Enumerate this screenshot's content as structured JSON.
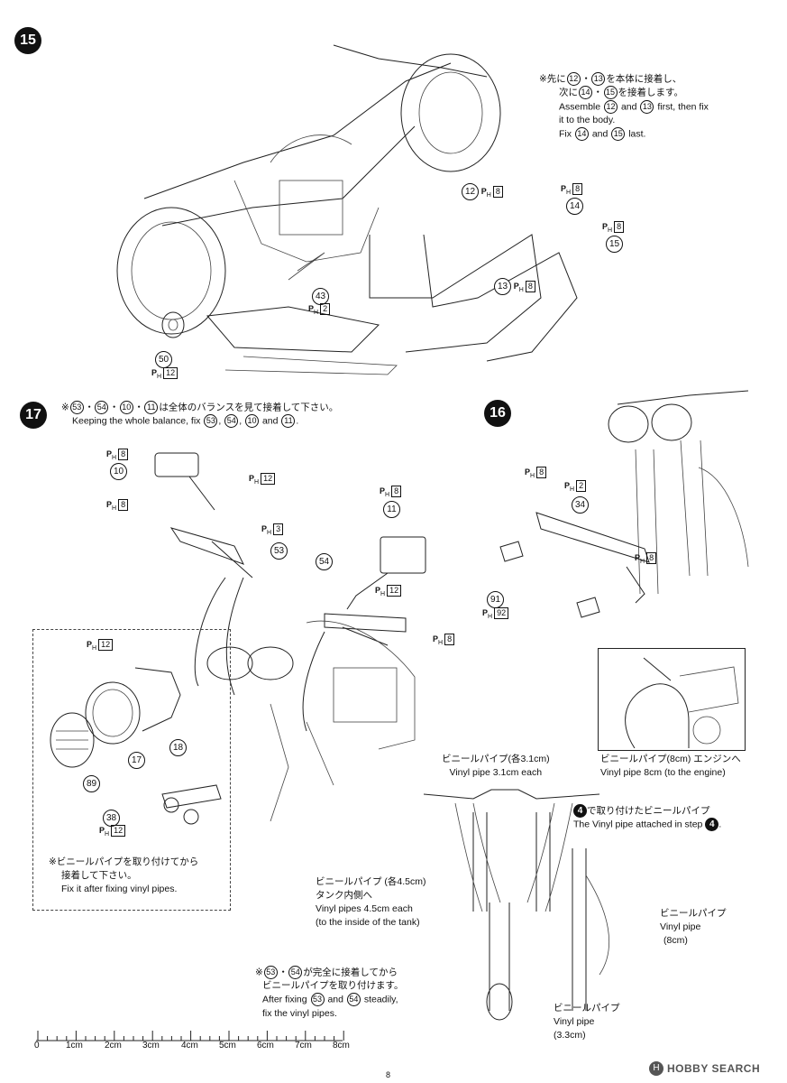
{
  "steps": {
    "s15": "15",
    "s16": "16",
    "s17": "17"
  },
  "step15": {
    "note_jp_1_pre": "※先に",
    "note_jp_1_a": "12",
    "note_jp_1_b": "13",
    "note_jp_1_post": "を本体に接着し、",
    "note_jp_2_pre": "次に",
    "note_jp_2_a": "14",
    "note_jp_2_b": "15",
    "note_jp_2_post": "を接着します。",
    "note_en_1_pre": "Assemble",
    "note_en_1_a": "12",
    "note_en_1_mid": "and",
    "note_en_1_b": "13",
    "note_en_1_post": "first, then fix",
    "note_en_2": "it to the body.",
    "note_en_3_pre": "Fix",
    "note_en_3_a": "14",
    "note_en_3_mid": "and",
    "note_en_3_b": "15",
    "note_en_3_post": "last.",
    "parts": [
      {
        "num": "12",
        "ph": "8"
      },
      {
        "num": "14",
        "ph": "8"
      },
      {
        "num": "15",
        "ph": "8"
      },
      {
        "num": "13",
        "ph": "8"
      },
      {
        "num": "43",
        "ph": "2"
      },
      {
        "num": "50",
        "ph": "12"
      }
    ]
  },
  "step17": {
    "note_jp_pre": "※",
    "note_jp_a": "53",
    "note_jp_b": "54",
    "note_jp_c": "10",
    "note_jp_d": "11",
    "note_jp_post": "は全体のバランスを見て接着して下さい。",
    "note_en_pre": "Keeping the whole balance, fix",
    "note_en_a": "53",
    "note_en_b": "54",
    "note_en_c": "10",
    "note_en_mid": "and",
    "note_en_d": "11",
    "parts": [
      {
        "num": "10",
        "ph": "8"
      },
      {
        "num": "53",
        "ph": "3"
      },
      {
        "num": "11",
        "ph": "8"
      },
      {
        "num": "54",
        "ph": "12"
      },
      {
        "num": "18",
        "ph": "12"
      },
      {
        "num": "17",
        "ph": ""
      },
      {
        "num": "89",
        "ph": ""
      },
      {
        "num": "38",
        "ph": "12"
      }
    ],
    "ph12_top": "12",
    "ph8_left": "8",
    "ph8_right": "8",
    "inset_jp_1": "※ビニールパイプを取り付けてから",
    "inset_jp_2": "接着して下さい。",
    "inset_en": "Fix it after fixing vinyl pipes.",
    "bottom_jp_pre": "※",
    "bottom_jp_a": "53",
    "bottom_jp_b": "54",
    "bottom_jp_post": "が完全に接着してから",
    "bottom_jp_2": "ビニールパイプを取り付けます。",
    "bottom_en_1_pre": "After fixing",
    "bottom_en_1_a": "53",
    "bottom_en_1_mid": "and",
    "bottom_en_1_b": "54",
    "bottom_en_1_post": "steadily,",
    "bottom_en_2": "fix the vinyl pipes."
  },
  "step16": {
    "parts": [
      {
        "num": "34",
        "ph": "2"
      },
      {
        "num": "91",
        "ph": "92"
      }
    ],
    "ph8_a": "8",
    "ph8_b": "8",
    "inset_jp": "ビニールパイプ(8cm) エンジンへ",
    "inset_en": "Vinyl pipe 8cm (to the engine)"
  },
  "vinyl": {
    "a_jp": "ビニールパイプ(各3.1cm)",
    "a_en": "Vinyl pipe 3.1cm each",
    "b_jp": "で取り付けたビニールパイプ",
    "b_en": "The Vinyl pipe attached in step",
    "b_step": "4",
    "c_jp_1": "ビニールパイプ (各4.5cm)",
    "c_jp_2": "タンク内側へ",
    "c_en_1": "Vinyl pipes 4.5cm each",
    "c_en_2": "(to the inside of the tank)",
    "d_jp": "ビニールパイプ",
    "d_en_1": "Vinyl pipe",
    "d_en_2": "(8cm)",
    "e_jp": "ビニールパイプ",
    "e_en_1": "Vinyl pipe",
    "e_en_2": "(3.3cm)"
  },
  "ruler": {
    "labels": [
      "0",
      "1cm",
      "2cm",
      "3cm",
      "4cm",
      "5cm",
      "6cm",
      "7cm",
      "8cm"
    ]
  },
  "footer": {
    "page": "8",
    "brand": "HOBBY SEARCH"
  }
}
